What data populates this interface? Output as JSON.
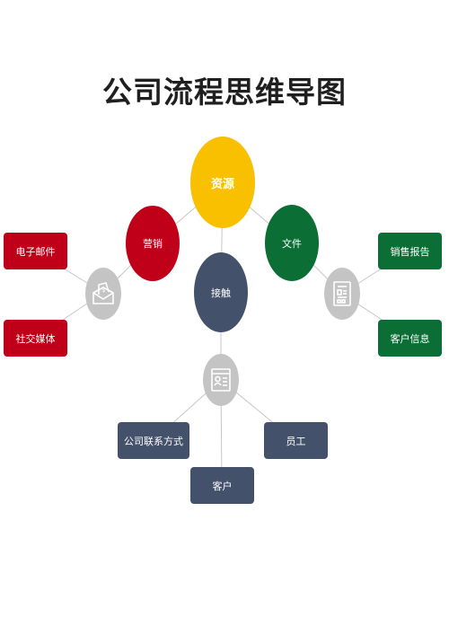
{
  "title": "公司流程思维导图",
  "colors": {
    "gold": "#f9c000",
    "red": "#c00018",
    "green": "#0a6e35",
    "slate": "#44516b",
    "hub_gray": "#c4c4c4",
    "line_gray": "#c7c7c7"
  },
  "nodes": {
    "resources": "资源",
    "marketing": "营销",
    "files": "文件",
    "contact": "接触",
    "email": "电子邮件",
    "social_media": "社交媒体",
    "sales_report": "销售报告",
    "customer_info": "客户信息",
    "company_contact": "公司联系方式",
    "staff": "员工",
    "customer": "客户"
  },
  "icons": {
    "marketing_hub": "envelope-dollar-icon",
    "files_hub": "document-icon",
    "contact_hub": "contact-card-icon"
  }
}
